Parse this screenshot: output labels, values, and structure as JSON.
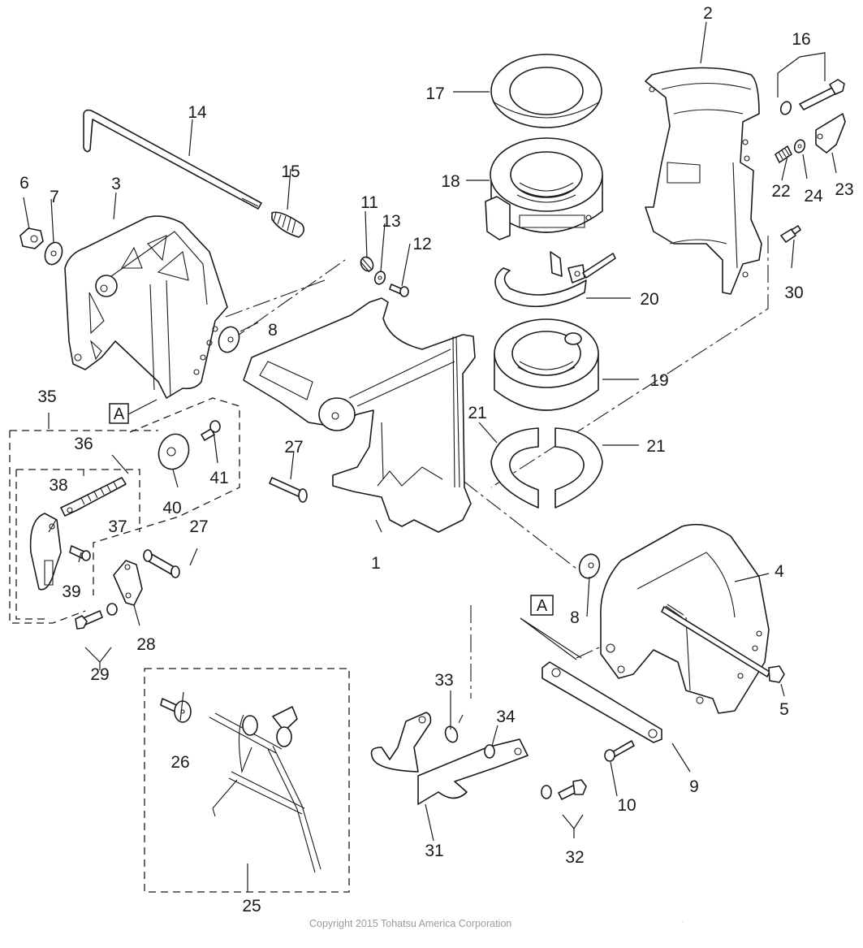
{
  "diagram": {
    "title": "Clamp bracket / swivel bracket exploded parts view",
    "copyright": "Copyright 2015 Tohatsu America Corporation",
    "reference_marker": "A",
    "callouts": [
      {
        "id": "c1",
        "label": "1"
      },
      {
        "id": "c2",
        "label": "2"
      },
      {
        "id": "c3",
        "label": "3"
      },
      {
        "id": "c4",
        "label": "4"
      },
      {
        "id": "c5",
        "label": "5"
      },
      {
        "id": "c6",
        "label": "6"
      },
      {
        "id": "c7",
        "label": "7"
      },
      {
        "id": "c8a",
        "label": "8"
      },
      {
        "id": "c8b",
        "label": "8"
      },
      {
        "id": "c9",
        "label": "9"
      },
      {
        "id": "c10",
        "label": "10"
      },
      {
        "id": "c11",
        "label": "11"
      },
      {
        "id": "c12",
        "label": "12"
      },
      {
        "id": "c13",
        "label": "13"
      },
      {
        "id": "c14",
        "label": "14"
      },
      {
        "id": "c15",
        "label": "15"
      },
      {
        "id": "c16",
        "label": "16"
      },
      {
        "id": "c17",
        "label": "17"
      },
      {
        "id": "c18",
        "label": "18"
      },
      {
        "id": "c19",
        "label": "19"
      },
      {
        "id": "c20",
        "label": "20"
      },
      {
        "id": "c21a",
        "label": "21"
      },
      {
        "id": "c21b",
        "label": "21"
      },
      {
        "id": "c22",
        "label": "22"
      },
      {
        "id": "c23",
        "label": "23"
      },
      {
        "id": "c24",
        "label": "24"
      },
      {
        "id": "c25",
        "label": "25"
      },
      {
        "id": "c26",
        "label": "26"
      },
      {
        "id": "c27a",
        "label": "27"
      },
      {
        "id": "c27b",
        "label": "27"
      },
      {
        "id": "c28",
        "label": "28"
      },
      {
        "id": "c29",
        "label": "29"
      },
      {
        "id": "c30",
        "label": "30"
      },
      {
        "id": "c31",
        "label": "31"
      },
      {
        "id": "c32",
        "label": "32"
      },
      {
        "id": "c33",
        "label": "33"
      },
      {
        "id": "c34",
        "label": "34"
      },
      {
        "id": "c35",
        "label": "35"
      },
      {
        "id": "c36",
        "label": "36"
      },
      {
        "id": "c37",
        "label": "37"
      },
      {
        "id": "c38",
        "label": "38"
      },
      {
        "id": "c39",
        "label": "39"
      },
      {
        "id": "c40",
        "label": "40"
      },
      {
        "id": "c41",
        "label": "41"
      }
    ]
  }
}
